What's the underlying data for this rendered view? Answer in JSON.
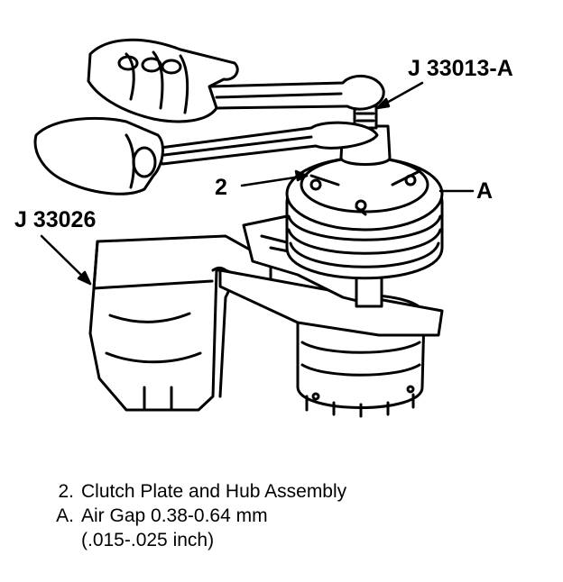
{
  "callouts": {
    "tool_wrench": "J 33013-A",
    "tool_holder": "J 33026",
    "item_2": "2",
    "item_a": "A"
  },
  "legend": [
    {
      "key": "2.",
      "text": "Clutch Plate and Hub Assembly"
    },
    {
      "key": "A.",
      "text": "Air Gap 0.38-0.64 mm"
    }
  ],
  "legend_continuation": "(.015-.025 inch)"
}
